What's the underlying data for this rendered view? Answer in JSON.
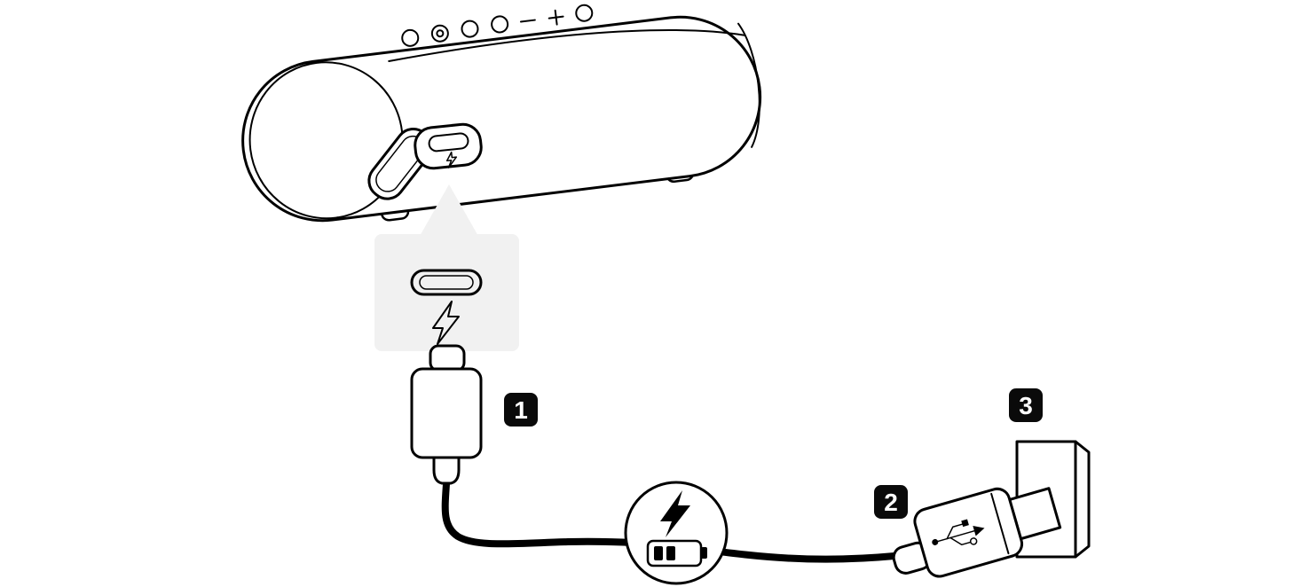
{
  "diagram": {
    "background_color": "#ffffff",
    "line_color": "#000000",
    "callout_fill": "#f1f1f1",
    "label_bg_color": "#0a0a0a",
    "label_text_color": "#ffffff",
    "step_labels": {
      "usb_c_plug": "1",
      "usb_a_plug": "2",
      "wall_outlet": "3"
    },
    "icons": [
      "usb-c-port-icon",
      "charge-bolt-icon",
      "charging-bolt-icon",
      "battery-icon",
      "usb-trident-icon",
      "speaker-button-icons"
    ]
  }
}
